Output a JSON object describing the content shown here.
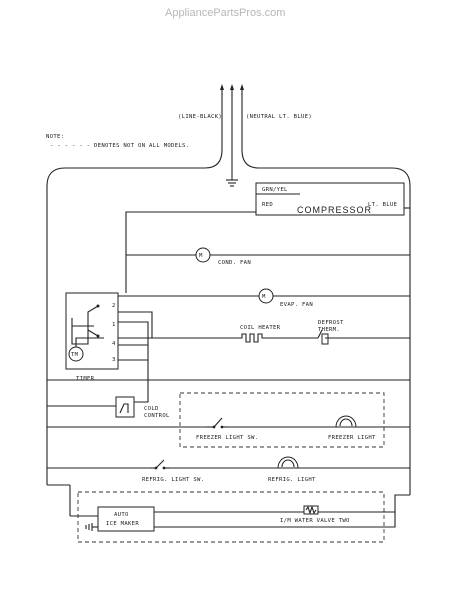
{
  "watermark": "AppliancePartsPros.com",
  "line_black": "(LINE-BLACK)",
  "neutral": "(NEUTRAL LT. BLUE)",
  "note_title": "NOTE:",
  "note_text": "- - - - - - DENOTES NOT ON ALL MODELS.",
  "grn_yel": "GRN/YEL",
  "red": "RED",
  "compressor": "COMPRESSOR",
  "lt_blue": "LT. BLUE",
  "cond_fan": "COND. FAN",
  "evap_fan": "EVAP. FAN",
  "coil_heater": "COIL HEATER",
  "defrost_1": "DEFROST",
  "defrost_2": "THERM.",
  "timer": "TIMER",
  "tm": "TM",
  "terminals": [
    "2",
    "1",
    "4",
    "3"
  ],
  "cold_1": "COLD",
  "cold_2": "CONTROL",
  "freezer_light_sw": "FREEZER LIGHT SW.",
  "freezer_light": "FREEZER LIGHT",
  "refrig_light_sw": "REFRIG. LIGHT SW.",
  "refrig_light": "REFRIG. LIGHT",
  "auto": "AUTO",
  "ice_maker": "ICE MAKER",
  "water_valve": "I/M WATER VALVE TWO",
  "motor_symbol": "M"
}
